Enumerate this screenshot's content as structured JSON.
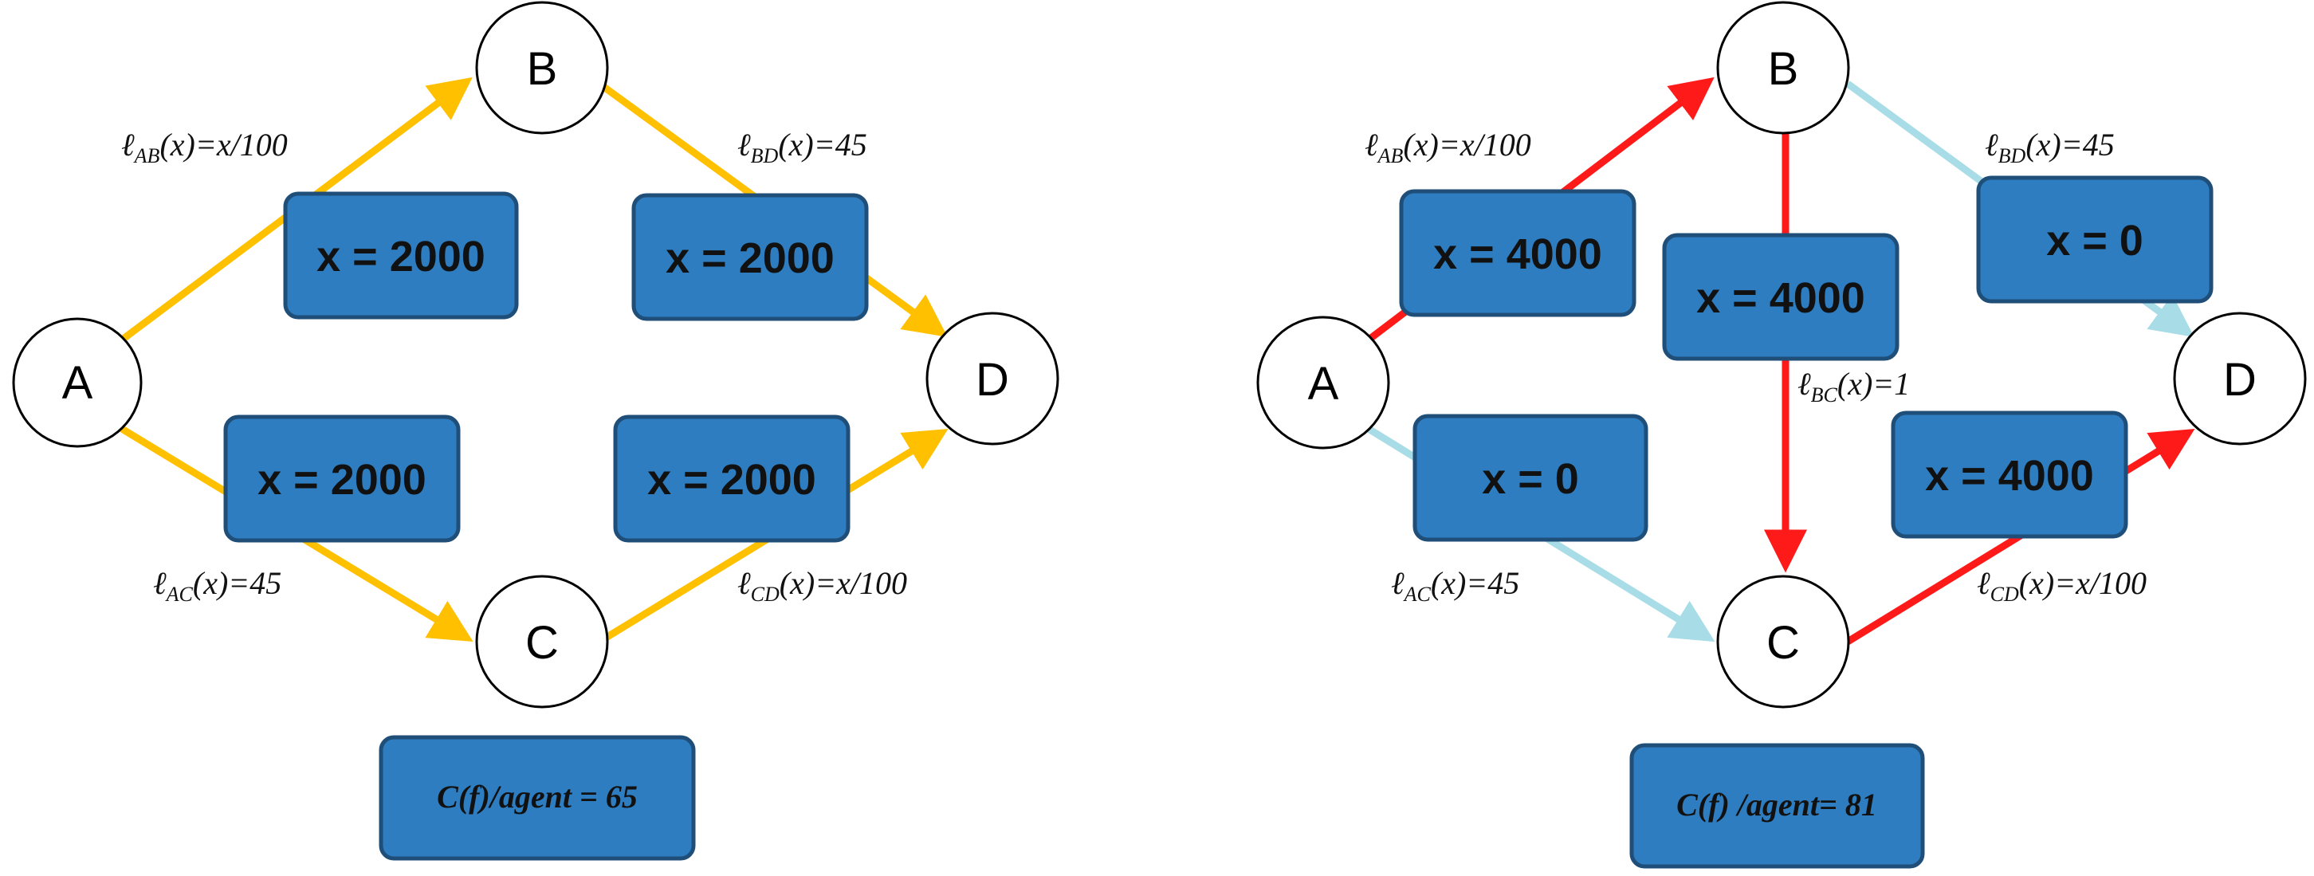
{
  "colors": {
    "yellow": "#FFC000",
    "red": "#FF1A1A",
    "lightblue": "#A8DCE6",
    "box_fill": "#2E7DC0",
    "box_stroke": "#1F4E79"
  },
  "left": {
    "nodes": {
      "A": "A",
      "B": "B",
      "C": "C",
      "D": "D"
    },
    "flows": {
      "AB": "x = 2000",
      "BD": "x = 2000",
      "AC": "x = 2000",
      "CD": "x = 2000"
    },
    "latencies": {
      "AB": {
        "l": "ℓ",
        "sub": "AB",
        "rest": "(x)=x/100"
      },
      "BD": {
        "l": "ℓ",
        "sub": "BD",
        "rest": "(x)=45"
      },
      "AC": {
        "l": "ℓ",
        "sub": "AC",
        "rest": "(x)=45"
      },
      "CD": {
        "l": "ℓ",
        "sub": "CD",
        "rest": "(x)=x/100"
      }
    },
    "cost": "C(f)/agent = 65"
  },
  "right": {
    "nodes": {
      "A": "A",
      "B": "B",
      "C": "C",
      "D": "D"
    },
    "flows": {
      "AB": "x = 4000",
      "BC": "x = 4000",
      "BD": "x = 0",
      "AC": "x = 0",
      "CD": "x = 4000"
    },
    "latencies": {
      "AB": {
        "l": "ℓ",
        "sub": "AB",
        "rest": "(x)=x/100"
      },
      "BD": {
        "l": "ℓ",
        "sub": "BD",
        "rest": "(x)=45"
      },
      "BC": {
        "l": "ℓ",
        "sub": "BC",
        "rest": "(x)=1"
      },
      "AC": {
        "l": "ℓ",
        "sub": "AC",
        "rest": "(x)=45"
      },
      "CD": {
        "l": "ℓ",
        "sub": "CD",
        "rest": "(x)=x/100"
      }
    },
    "cost": "C(f) /agent= 81"
  }
}
